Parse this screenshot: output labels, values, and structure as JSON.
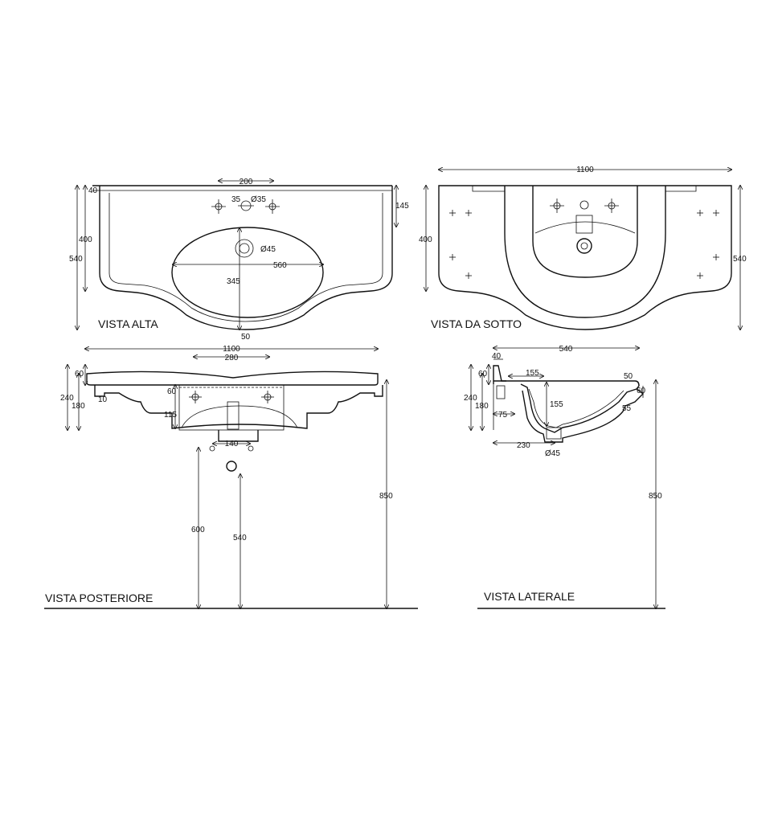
{
  "views": {
    "top": {
      "title": "VISTA ALTA",
      "dims": {
        "w200": "200",
        "d40": "40",
        "h35": "35",
        "dia35": "Ø35",
        "h145": "145",
        "h400": "400",
        "h540": "540",
        "dia45": "Ø45",
        "w560": "560",
        "h345": "345",
        "d50": "50"
      }
    },
    "bottom": {
      "title": "VISTA DA SOTTO",
      "dims": {
        "w1100": "1100",
        "h400": "400",
        "h540": "540"
      }
    },
    "rear": {
      "title": "VISTA POSTERIORE",
      "dims": {
        "w1100": "1100",
        "w280": "280",
        "h60a": "60",
        "h240": "240",
        "h180": "180",
        "d10": "10",
        "h60b": "60",
        "h115": "115",
        "w140": "140",
        "h600": "600",
        "h540": "540",
        "h850": "850"
      }
    },
    "side": {
      "title": "VISTA LATERALE",
      "dims": {
        "w540": "540",
        "d40": "40",
        "h60a": "60",
        "w155a": "155",
        "d50": "50",
        "h60b": "60",
        "h240": "240",
        "h180": "180",
        "h155b": "155",
        "d75": "75",
        "d55": "55",
        "w230": "230",
        "dia45": "Ø45",
        "h850": "850"
      }
    }
  }
}
